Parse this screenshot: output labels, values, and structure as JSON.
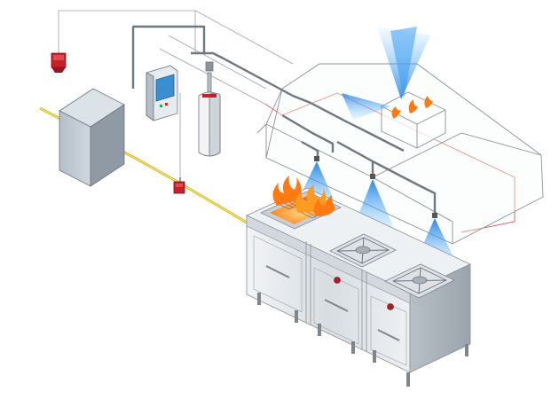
{
  "diagram": {
    "components": [
      {
        "id": "manual-pull-station",
        "label": ""
      },
      {
        "id": "gas-shutoff-valve",
        "label": ""
      },
      {
        "id": "control-panel",
        "label": ""
      },
      {
        "id": "agent-cylinder",
        "label": ""
      },
      {
        "id": "electrical-cabinet",
        "label": ""
      },
      {
        "id": "exhaust-hood",
        "label": ""
      },
      {
        "id": "fryer-on-fire",
        "label": ""
      },
      {
        "id": "gas-burner-1",
        "label": ""
      },
      {
        "id": "gas-burner-2",
        "label": ""
      },
      {
        "id": "discharge-nozzles",
        "count": 5
      }
    ],
    "colors": {
      "pipe": "#6f7780",
      "spray": "#2f8fe0",
      "flame": "#ff7a12",
      "gas_line": "#e4c93a",
      "detection_wire": "#e05a5a",
      "alarm_red": "#c7202a",
      "steel_light": "#e8ecef",
      "steel_dark": "#a9b1b8"
    }
  }
}
